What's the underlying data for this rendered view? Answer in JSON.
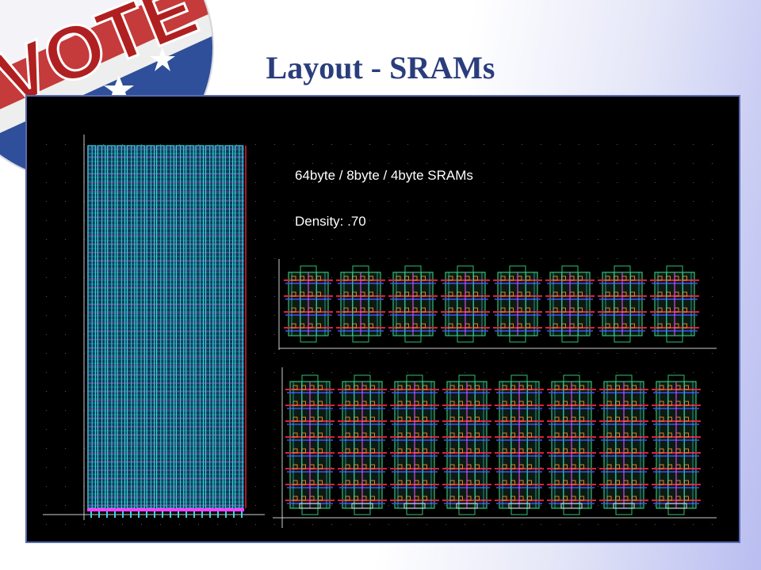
{
  "slide": {
    "title": "Layout - SRAMs",
    "caption_line1": "64byte / 8byte / 4byte SRAMs",
    "caption_density": "Density:  .70"
  },
  "colors": {
    "title": "#2a3d7c",
    "panel_bg": "#000000",
    "metal_cyan": "#35d7e0",
    "poly_red": "#e0203a",
    "metal_magenta": "#ff40ff",
    "diffusion_green": "#30c070",
    "contact_orange": "#e08020",
    "metal_blue": "#4050ff"
  },
  "badge": {
    "text": "VOTE"
  },
  "arrays": {
    "sram_64byte": {
      "columns": 16
    },
    "sram_8byte": {
      "cells": 8,
      "rows": 4
    },
    "sram_4byte": {
      "cells": 8,
      "rows": 8
    }
  }
}
